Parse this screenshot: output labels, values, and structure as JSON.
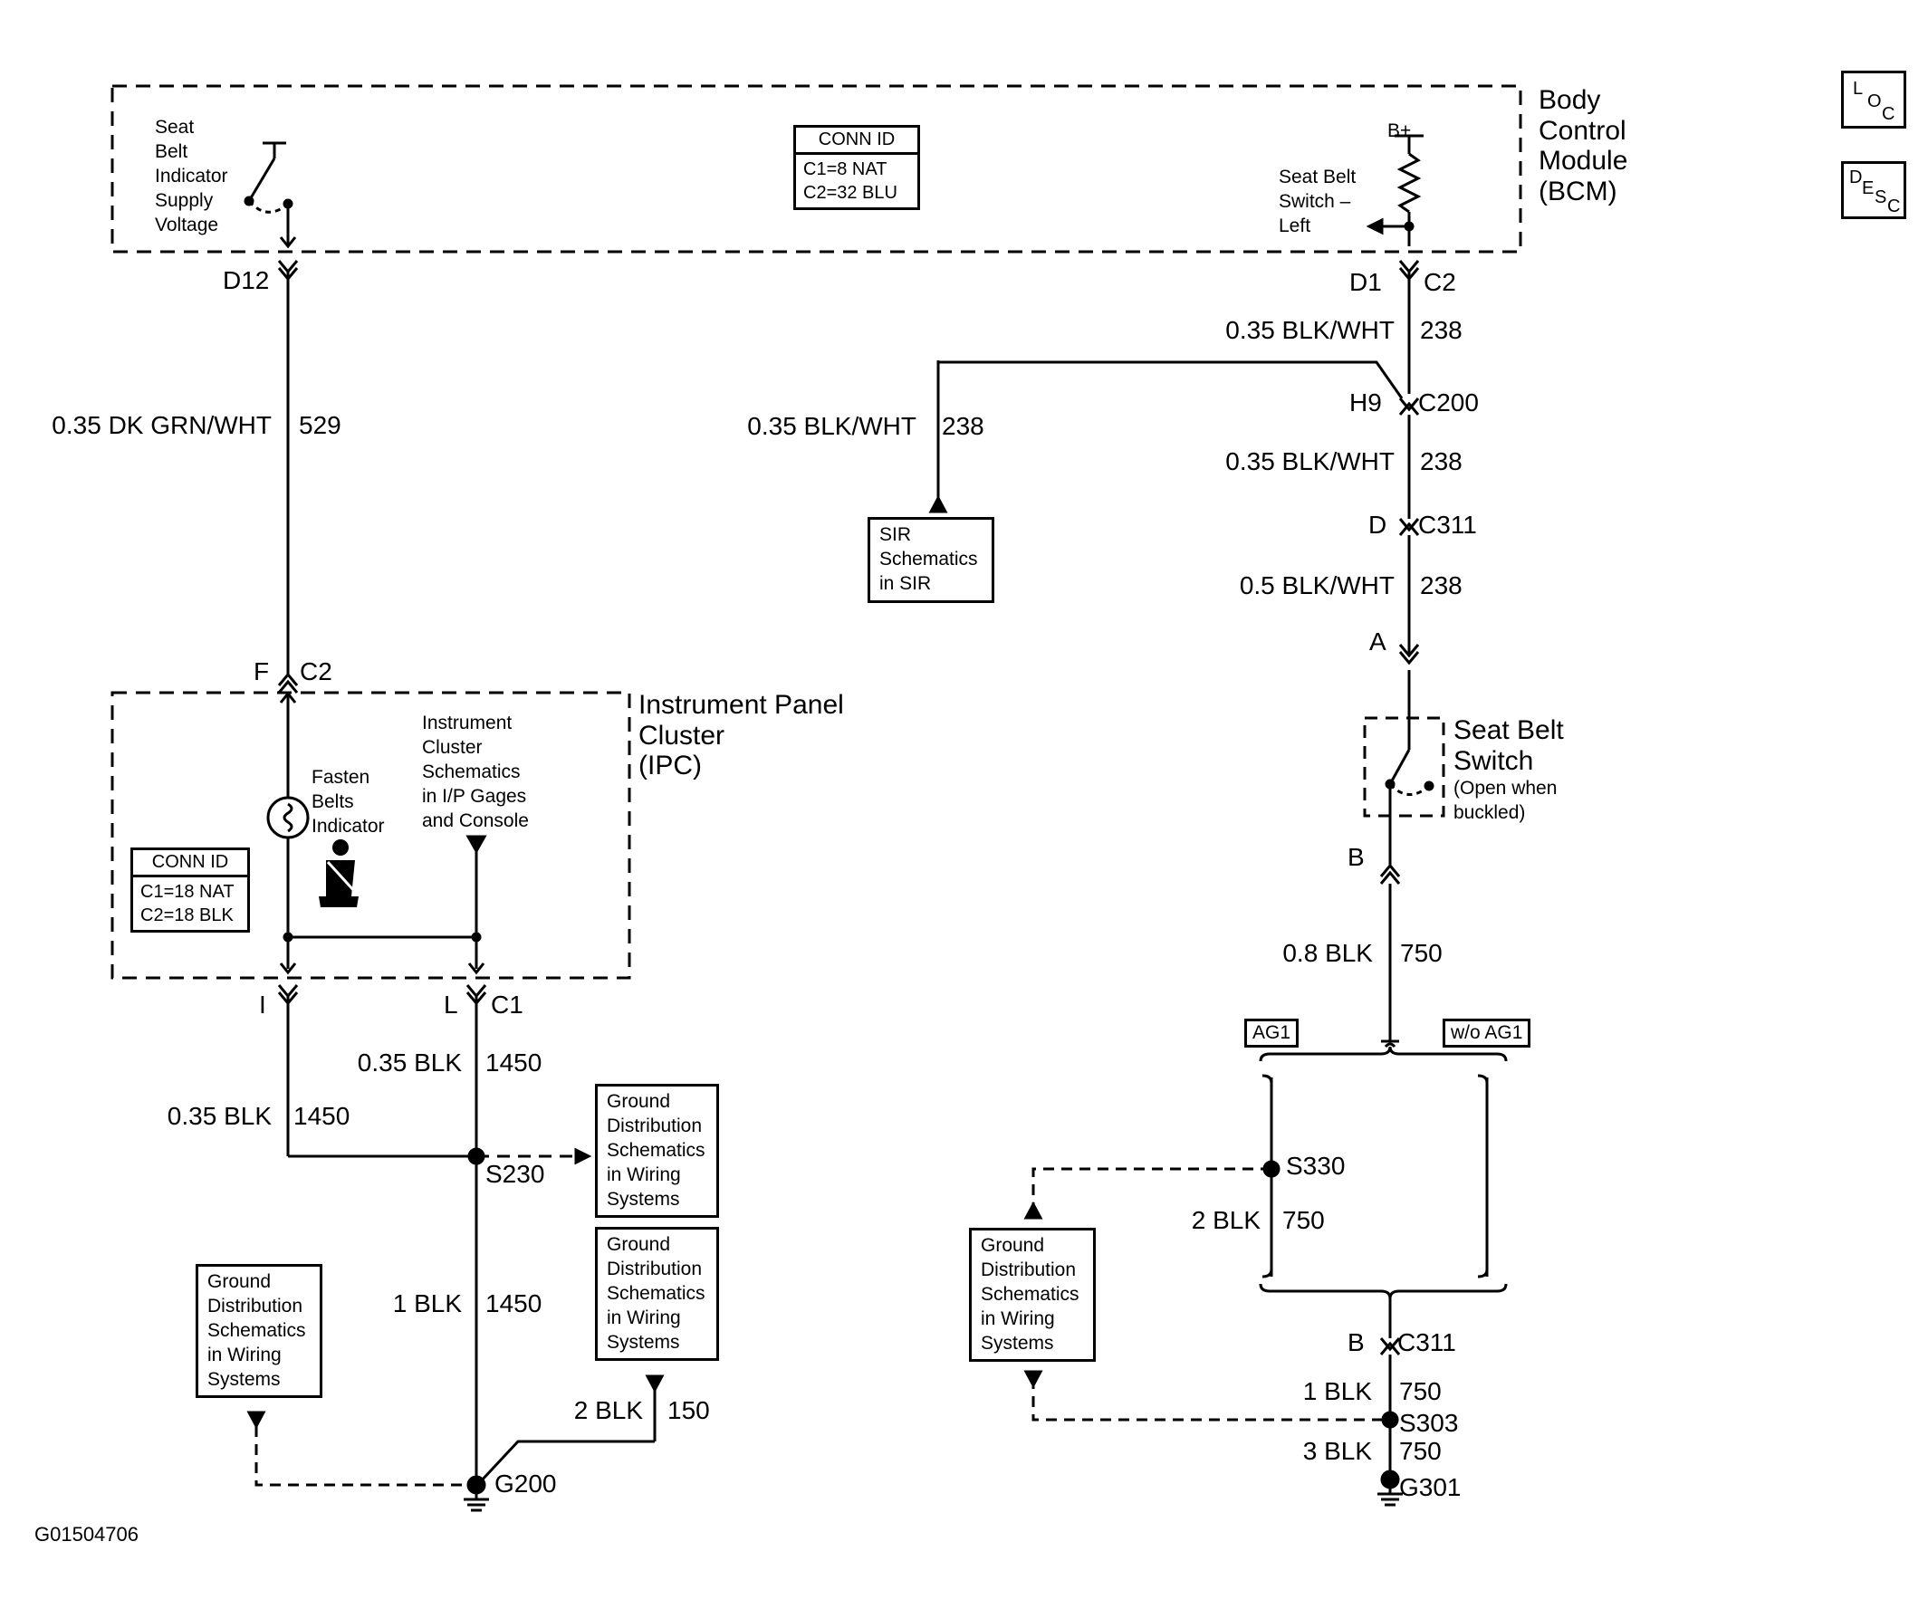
{
  "modules": {
    "bcm": "Body\nControl\nModule\n(BCM)",
    "ipc": "Instrument Panel\nCluster\n(IPC)",
    "seat_belt_switch_title": "Seat Belt\nSwitch",
    "seat_belt_switch_note": "(Open when\nbuckled)"
  },
  "bcm_inner": {
    "supply_label": "Seat\nBelt\nIndicator\nSupply\nVoltage",
    "switch_label": "Seat Belt\nSwitch –\nLeft",
    "b_plus": "B+",
    "conn_header": "CONN ID",
    "conn_lines": "C1=8 NAT\nC2=32 BLU"
  },
  "ipc_inner": {
    "indicator_label": "Fasten\nBelts\nIndicator",
    "schematics_label": "Instrument\nCluster\nSchematics\nin I/P Gages\nand Console",
    "conn_header": "CONN ID",
    "conn_lines": "C1=18 NAT\nC2=18 BLK"
  },
  "pins": {
    "d12": "D12",
    "d1": "D1",
    "c2_bcm": "C2",
    "h9": "H9",
    "c200": "C200",
    "d": "D",
    "c311_top": "C311",
    "a": "A",
    "f": "F",
    "c2_ipc": "C2",
    "b_switch": "B",
    "i": "I",
    "l": "L",
    "c1": "C1",
    "b_c311": "B",
    "c311_bottom": "C311"
  },
  "wires": {
    "w529_color": "0.35 DK GRN/WHT",
    "w529_num": "529",
    "w238a_color": "0.35 BLK/WHT",
    "w238a_num": "238",
    "w238_sir_color": "0.35 BLK/WHT",
    "w238_sir_num": "238",
    "w238b_color": "0.35 BLK/WHT",
    "w238b_num": "238",
    "w238c_color": "0.5 BLK/WHT",
    "w238c_num": "238",
    "w750a_color": "0.8 BLK",
    "w750a_num": "750",
    "w1450a_color": "0.35 BLK",
    "w1450a_num": "1450",
    "w1450b_color": "0.35 BLK",
    "w1450b_num": "1450",
    "w1450c_color": "1 BLK",
    "w1450c_num": "1450",
    "w150_color": "2 BLK",
    "w150_num": "150",
    "w750b_color": "2 BLK",
    "w750b_num": "750",
    "w750c_color": "1 BLK",
    "w750c_num": "750",
    "w750d_color": "3 BLK",
    "w750d_num": "750"
  },
  "splices": {
    "s230": "S230",
    "s330": "S330",
    "s303": "S303"
  },
  "grounds": {
    "g200": "G200",
    "g301": "G301"
  },
  "options": {
    "ag1": "AG1",
    "wo_ag1": "w/o AG1"
  },
  "ref_boxes": {
    "sir": "SIR\nSchematics\nin SIR",
    "ground1": "Ground\nDistribution\nSchematics\nin Wiring\nSystems",
    "ground2": "Ground\nDistribution\nSchematics\nin Wiring\nSystems",
    "ground3": "Ground\nDistribution\nSchematics\nin Wiring\nSystems",
    "ground4": "Ground\nDistribution\nSchematics\nin Wiring\nSystems"
  },
  "icons": {
    "loc_letters": [
      "L",
      "O",
      "C"
    ],
    "desc_letters": [
      "D",
      "E",
      "S",
      "C"
    ],
    "seat_belt_icon": "seat-belt-icon"
  },
  "figure_id": "G01504706"
}
